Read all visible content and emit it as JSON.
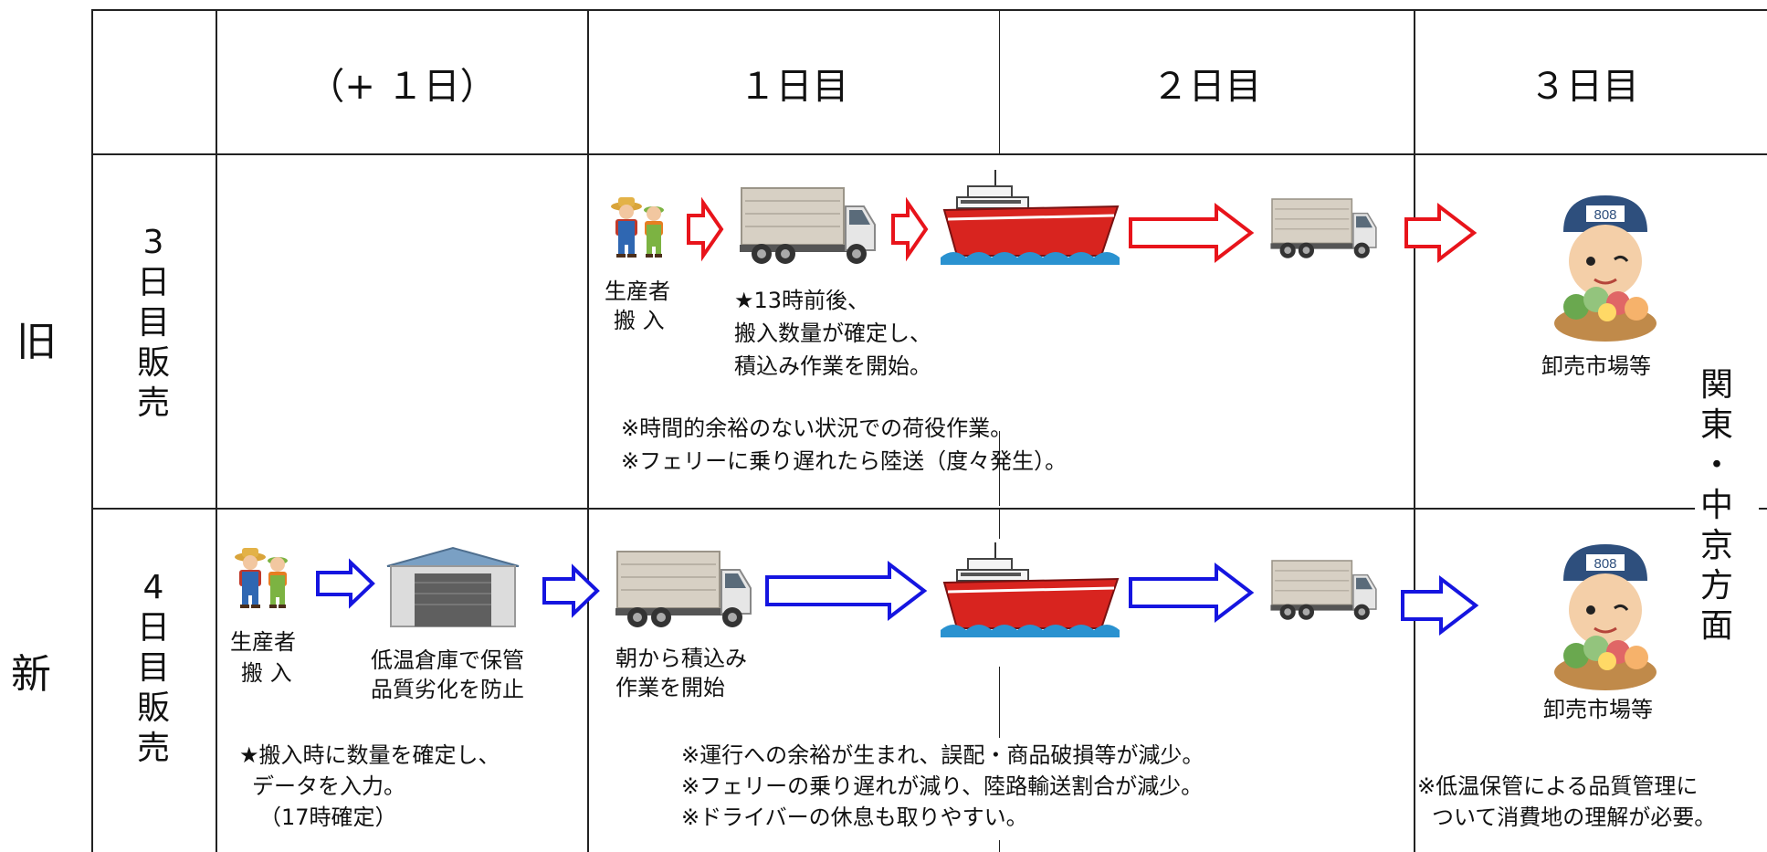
{
  "header": {
    "col_plus1": "（+ １日）",
    "col_day1": "１日目",
    "col_day2": "２日目",
    "col_day3": "３日目"
  },
  "rows": {
    "old": {
      "label": "旧",
      "sale_chars": [
        "3",
        "日",
        "目",
        "販",
        "売"
      ],
      "producer_line1": "生産者",
      "producer_line2": "搬 入",
      "note_13": "★13時前後、",
      "note_qty": "搬入数量が確定し、",
      "note_load": "積込み作業を開始。",
      "remark1": "※時間的余裕のない状況での荷役作業。",
      "remark2": "※フェリーに乗り遅れたら陸送（度々発生）。",
      "market": "卸売市場等"
    },
    "new": {
      "label": "新",
      "sale_chars": [
        "4",
        "日",
        "目",
        "販",
        "売"
      ],
      "producer_line1": "生産者",
      "producer_line2": "搬 入",
      "warehouse_line1": "低温倉庫で保管",
      "warehouse_line2": "品質劣化を防止",
      "morning_line1": "朝から積込み",
      "morning_line2": "作業を開始",
      "note1": "★搬入時に数量を確定し、",
      "note2": "データを入力。",
      "note3": "（17時確定）",
      "remark1": "※運行への余裕が生まれ、誤配・商品破損等が減少。",
      "remark2": "※フェリーの乗り遅れが減り、陸路輸送割合が減少。",
      "remark3": "※ドライバーの休息も取りやすい。",
      "day3_line1": "※低温保管による品質管理に",
      "day3_line2": "ついて消費地の理解が必要。",
      "market": "卸売市場等"
    }
  },
  "destination_chars": [
    "関",
    "東",
    "・",
    "中",
    "京",
    "方",
    "面"
  ],
  "market_badge": "808",
  "colors": {
    "old_arrow": "#e8141b",
    "new_arrow": "#1515e0",
    "ship_hull": "#d8241f",
    "sea": "#2a92d0"
  }
}
